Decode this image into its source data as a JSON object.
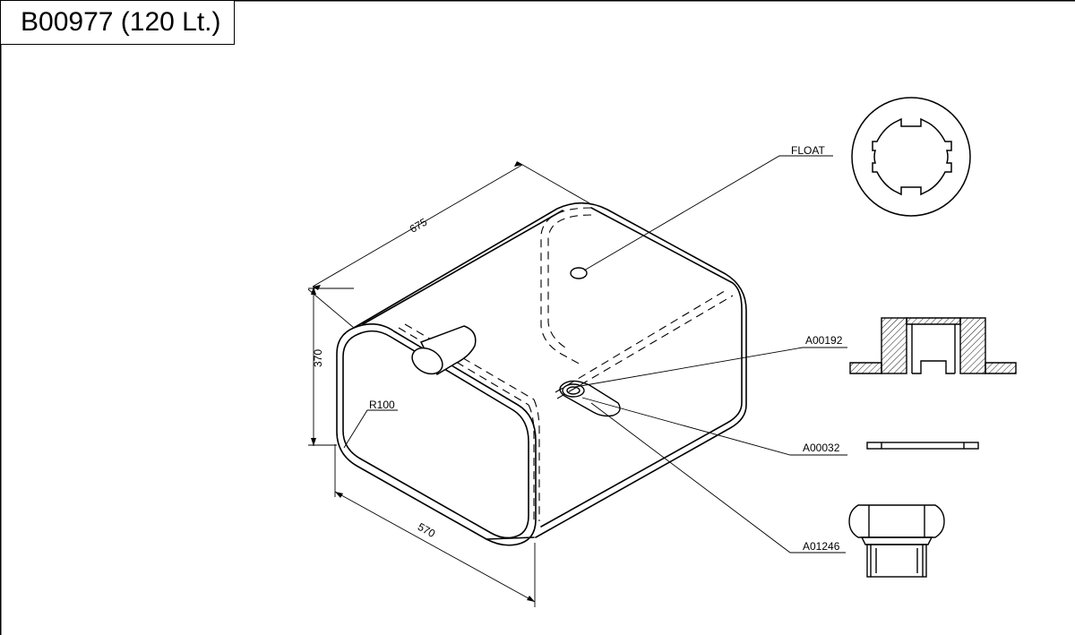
{
  "title": "B00977 (120 Lt.)",
  "dimensions": {
    "length": "675",
    "height": "370",
    "width": "570",
    "radius": "R100"
  },
  "callouts": {
    "float": "FLOAT",
    "a00192": "A00192",
    "a00032": "A00032",
    "a01246": "A01246"
  }
}
